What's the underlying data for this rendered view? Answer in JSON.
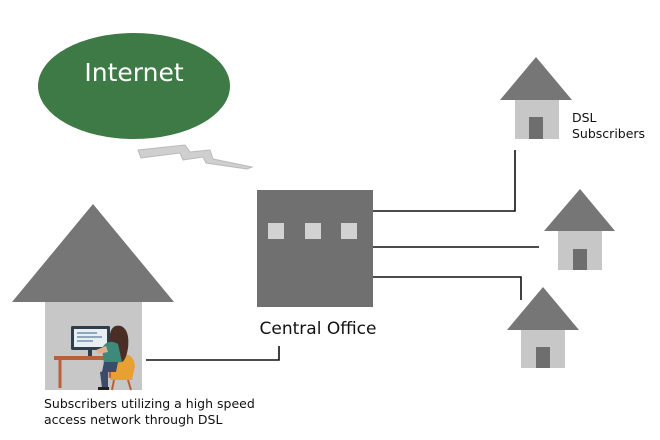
{
  "internet": {
    "label": "Internet",
    "fill": "#3e7a45"
  },
  "central_office": {
    "label": "Central Office",
    "fill": "#707070",
    "port_fill": "#d2d2d2"
  },
  "dsl_subscribers": {
    "line1": "DSL",
    "line2": "Subscribers"
  },
  "local_subscriber": {
    "line1": "Subscribers utilizing a high speed",
    "line2": "access network through DSL"
  },
  "colors": {
    "house_roof": "#767676",
    "house_wall": "#c7c7c7",
    "house_door": "#6e6e6e",
    "connection_line": "#111111",
    "signal_bolt": "#cfcfcf"
  }
}
